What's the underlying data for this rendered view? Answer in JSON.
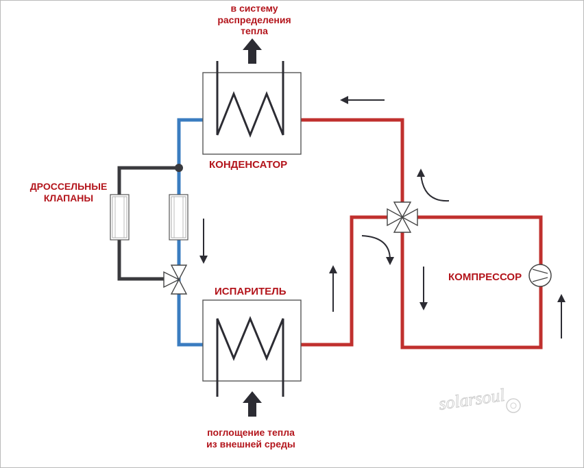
{
  "labels": {
    "top_line1": "в систему",
    "top_line2": "распределения",
    "top_line3": "тепла",
    "condenser": "КОНДЕНСАТОР",
    "evaporator": "ИСПАРИТЕЛЬ",
    "throttle_line1": "ДРОССЕЛЬНЫЕ",
    "throttle_line2": "КЛАПАНЫ",
    "compressor": "КОМПРЕССОР",
    "bottom_line1": "поглощение тепла",
    "bottom_line2": "из внешней среды",
    "watermark": "solarsoul"
  },
  "colors": {
    "hot_pipe": "#c0302e",
    "cold_pipe": "#3a7cc0",
    "dark_pipe": "#3a3a3e",
    "label": "#b3141b",
    "arrow": "#2c2c33"
  }
}
